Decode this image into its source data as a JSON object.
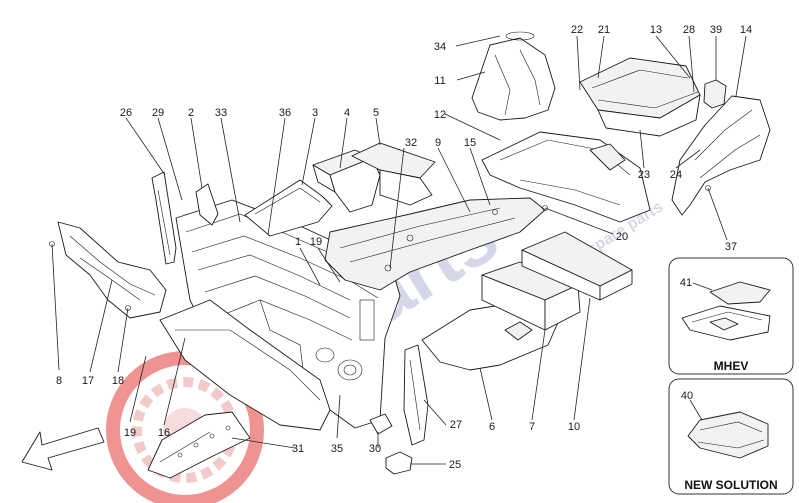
{
  "watermark": {
    "brand_text": "parts",
    "sub_text": "passion for exclusive spare parts",
    "logo_color": "#e23a3a",
    "text_color": "#8a8fbf"
  },
  "insets": {
    "mhev_label": "MHEV",
    "new_solution_label": "NEW SOLUTION"
  },
  "callouts": [
    {
      "id": "c1",
      "label": "1"
    },
    {
      "id": "c2",
      "label": "2"
    },
    {
      "id": "c3",
      "label": "3"
    },
    {
      "id": "c4",
      "label": "4"
    },
    {
      "id": "c5",
      "label": "5"
    },
    {
      "id": "c6",
      "label": "6"
    },
    {
      "id": "c7",
      "label": "7"
    },
    {
      "id": "c8",
      "label": "8"
    },
    {
      "id": "c9",
      "label": "9"
    },
    {
      "id": "c10",
      "label": "10"
    },
    {
      "id": "c11",
      "label": "11"
    },
    {
      "id": "c12",
      "label": "12"
    },
    {
      "id": "c13",
      "label": "13"
    },
    {
      "id": "c14",
      "label": "14"
    },
    {
      "id": "c15",
      "label": "15"
    },
    {
      "id": "c16",
      "label": "16"
    },
    {
      "id": "c17",
      "label": "17"
    },
    {
      "id": "c18",
      "label": "18"
    },
    {
      "id": "c19a",
      "label": "19"
    },
    {
      "id": "c19b",
      "label": "19"
    },
    {
      "id": "c20",
      "label": "20"
    },
    {
      "id": "c21",
      "label": "21"
    },
    {
      "id": "c22",
      "label": "22"
    },
    {
      "id": "c23",
      "label": "23"
    },
    {
      "id": "c24",
      "label": "24"
    },
    {
      "id": "c25",
      "label": "25"
    },
    {
      "id": "c26",
      "label": "26"
    },
    {
      "id": "c27",
      "label": "27"
    },
    {
      "id": "c28",
      "label": "28"
    },
    {
      "id": "c29",
      "label": "29"
    },
    {
      "id": "c30",
      "label": "30"
    },
    {
      "id": "c31",
      "label": "31"
    },
    {
      "id": "c32",
      "label": "32"
    },
    {
      "id": "c33",
      "label": "33"
    },
    {
      "id": "c34",
      "label": "34"
    },
    {
      "id": "c35",
      "label": "35"
    },
    {
      "id": "c36",
      "label": "36"
    },
    {
      "id": "c37",
      "label": "37"
    },
    {
      "id": "c39",
      "label": "39"
    },
    {
      "id": "c40",
      "label": "40"
    },
    {
      "id": "c41",
      "label": "41"
    }
  ]
}
